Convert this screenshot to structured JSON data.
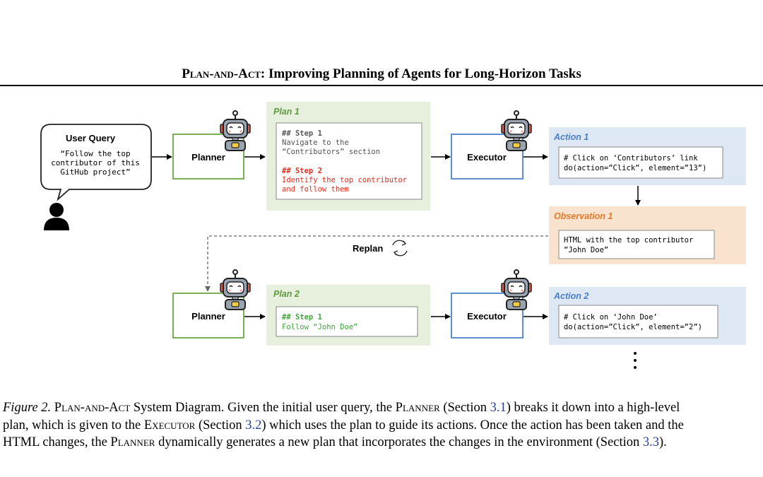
{
  "header": {
    "title_sc": "Plan-and-Act",
    "title_rest": ": Improving Planning of Agents for Long-Horizon Tasks"
  },
  "diagram": {
    "user_query": {
      "title": "User Query",
      "text_lines": [
        "“Follow the top",
        "contributor of this",
        "GitHub project”"
      ]
    },
    "planner_label": "Planner",
    "executor_label": "Executor",
    "replan_label": "Replan",
    "plan1": {
      "title": "Plan 1",
      "step1_heading": "## Step 1",
      "step1_lines": [
        "Navigate to the",
        "“Contributors” section"
      ],
      "step2_heading": "## Step 2",
      "step2_lines": [
        "Identify the top contributor",
        "and follow them"
      ]
    },
    "plan2": {
      "title": "Plan 2",
      "step1_heading": "## Step 1",
      "step1_lines": [
        "Follow “John Doe”"
      ]
    },
    "action1": {
      "title": "Action 1",
      "lines": [
        "# Click on ‘Contributors’ link",
        "do(action=”Click”, element=”13”)"
      ]
    },
    "observation1": {
      "title": "Observation 1",
      "lines": [
        "HTML with the top contributor",
        "”John Doe”"
      ]
    },
    "action2": {
      "title": "Action 2",
      "lines": [
        "# Click on ‘John Doe’",
        "do(action=”Click”, element=”2”)"
      ]
    },
    "colors": {
      "green_border": "#7aaf55",
      "green_fill": "#e6f0dc",
      "green_title": "#5e9a3e",
      "blue_border": "#5b8fd0",
      "blue_fill": "#dde8f4",
      "blue_title": "#4a7fc7",
      "orange_fill": "#f9e3cf",
      "orange_title": "#e27a2c",
      "red_text": "#e02d20",
      "green_text": "#3fa53a"
    },
    "icons": [
      "robot-icon",
      "user-icon",
      "replan-cycle-icon",
      "ellipsis-icon"
    ]
  },
  "caption": {
    "figure_label": "Figure 2.",
    "l1_a": " Plan-and-Act",
    "l1_b": " System Diagram. Given the initial user query, the ",
    "l1_c": "Planner",
    "l1_d": " (Section ",
    "l1_ref": "3.1",
    "l1_e": ") breaks it down into a high-level",
    "l2_a": "plan, which is given to the ",
    "l2_b": "Executor",
    "l2_c": " (Section ",
    "l2_ref": "3.2",
    "l2_d": ") which uses the plan to guide its actions. Once the action has been taken and the",
    "l3_a": "HTML changes, the ",
    "l3_b": "Planner",
    "l3_c": " dynamically generates a new plan that incorporates the changes in the environment (Section ",
    "l3_ref": "3.3",
    "l3_d": ")."
  }
}
